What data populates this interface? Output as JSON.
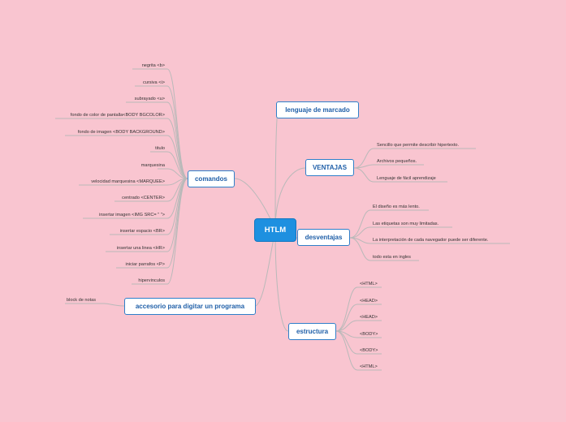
{
  "center": "HTLM",
  "branches": {
    "lenguaje": "lenguaje de marcado",
    "ventajas": "VENTAJAS",
    "desventajas": "desventajas",
    "estructura": "estructura",
    "accesorio": "accesorio para digitar un programa",
    "comandos": "comandos"
  },
  "ventajas_items": [
    "Sencillo que permite describir hipertexto.",
    "Archivos pequeños.",
    "Lenguaje de fácil aprendizaje"
  ],
  "desventajas_items": [
    "El diseño es más lento.",
    "Las etiquetas son muy limitadas.",
    "La interpretación de cada navegador puede ser diferente.",
    "todo esta en ingles"
  ],
  "estructura_items": [
    "<HTML>",
    "<HEAD>",
    "<HEAD>",
    "<BODY>",
    "<BODY>",
    "<HTML>"
  ],
  "accesorio_items": [
    "block de notas"
  ],
  "comandos_items": [
    "negrita <b>",
    "cursiva <i>",
    "subrayado <u>",
    "fondo de color de pantalla<BODY BGCOLOR>",
    "fondo de imagen <BODY BACKGROUND>",
    "titulo",
    "marquesina",
    "velocidad marquesina <MARQUEE>",
    "centrado <CENTER>",
    "insertar imagen <IMG SRC= \"  \">",
    "insertar espacio <BR>",
    "insertar una linea <HR>",
    "iniciar parrafos <P>",
    "hipervinculos"
  ],
  "colors": {
    "background": "#f9c5d0",
    "center_fill": "#1e90e0",
    "node_border": "#2f7fc9",
    "node_text": "#1f5fa8",
    "link": "#b9b9b9"
  }
}
